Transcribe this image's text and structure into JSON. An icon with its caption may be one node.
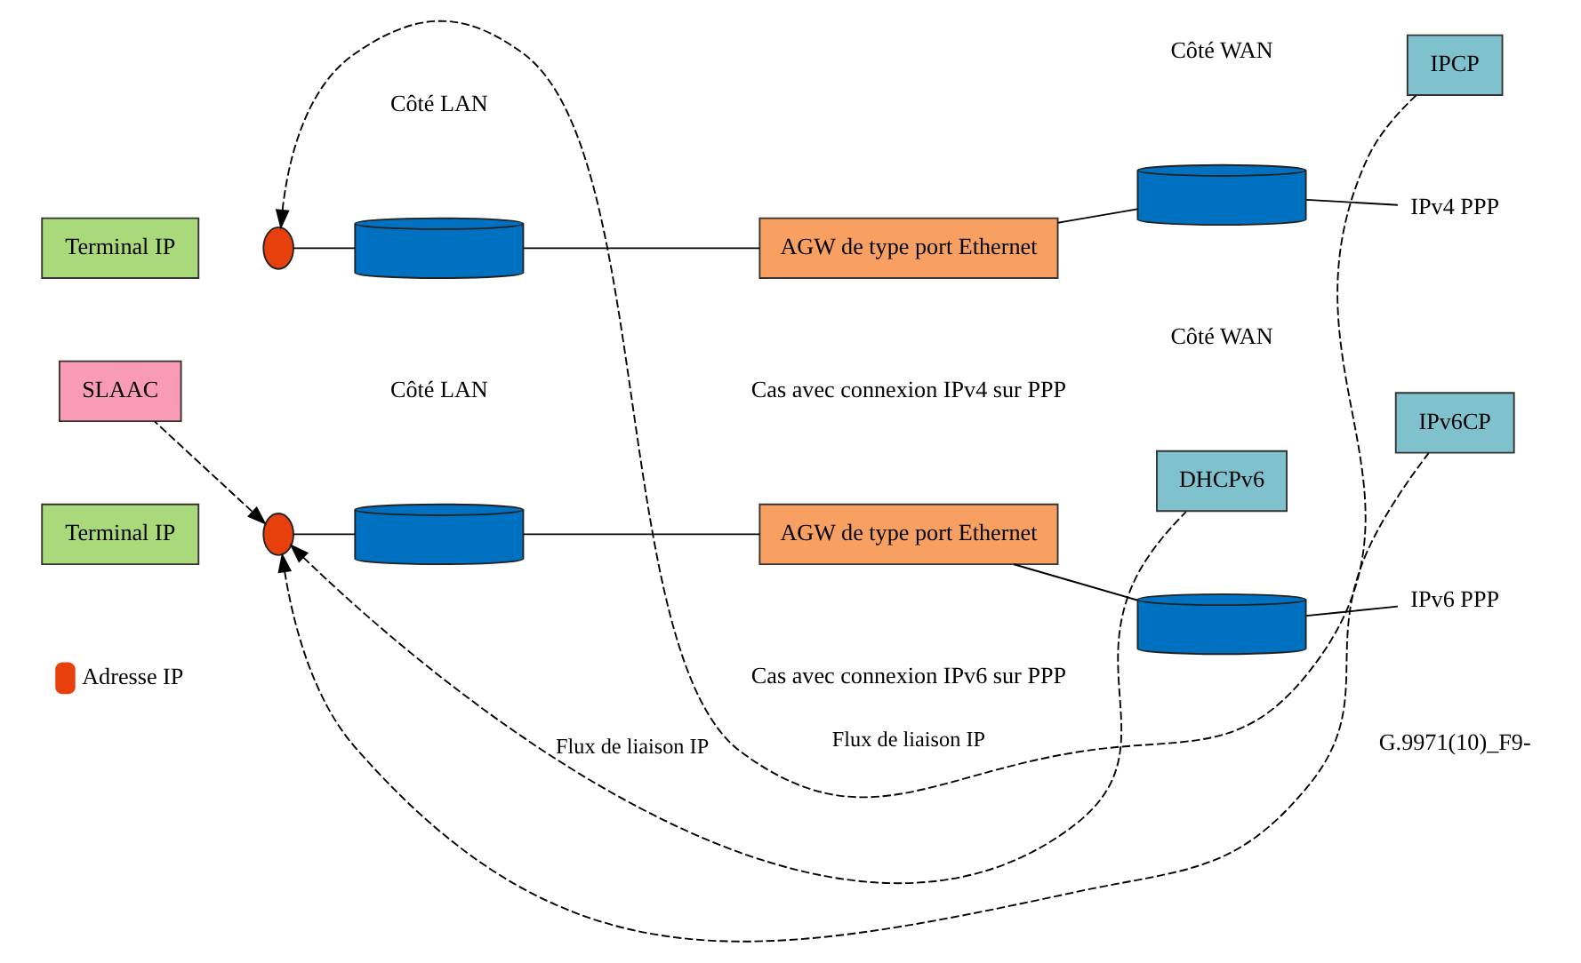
{
  "diagram": {
    "nodes": [
      {
        "text": [
          "Terminal IP"
        ]
      },
      {
        "text": [],
        "shape": "ellipse"
      },
      {
        "text": [],
        "shape": "cylinder"
      },
      {
        "text": [
          "AGW de type port Ethernet"
        ]
      },
      {
        "text": [],
        "shape": "cylinder"
      },
      {
        "text": [
          "IPv4 PPP"
        ]
      },
      {
        "text": [
          "IPCP"
        ]
      },
      {
        "text": [
          "SLAAC"
        ]
      },
      {
        "text": [
          "Terminal IP"
        ]
      },
      {
        "text": [],
        "shape": "ellipse"
      },
      {
        "text": [],
        "shape": "cylinder"
      },
      {
        "text": [
          "AGW de type port Ethernet"
        ]
      },
      {
        "text": [],
        "shape": "cylinder"
      },
      {
        "text": [
          "IPv6 PPP"
        ]
      },
      {
        "text": [
          "DHCPv6"
        ]
      },
      {
        "text": [
          "IPv6CP"
        ]
      }
    ],
    "edges": [
      {
        "from": 1,
        "to": 2,
        "arrow": "none"
      },
      {
        "from": 2,
        "to": 3,
        "arrow": "none"
      },
      {
        "from": 3,
        "to": 4,
        "arrow": "none"
      },
      {
        "from": 4,
        "to": 5,
        "arrow": "none"
      },
      {
        "from": 6,
        "to": 1,
        "arrow": "to",
        "style": "dashed",
        "label": "Flux de liaison IP"
      },
      {
        "from": 9,
        "to": 10,
        "arrow": "none"
      },
      {
        "from": 10,
        "to": 11,
        "arrow": "none"
      },
      {
        "from": 11,
        "to": 12,
        "arrow": "none"
      },
      {
        "from": 12,
        "to": 13,
        "arrow": "none"
      },
      {
        "from": 7,
        "to": 9,
        "arrow": "to",
        "style": "dashed"
      },
      {
        "from": 14,
        "to": 9,
        "arrow": "to",
        "style": "dashed",
        "label": "Flux de liaison IP"
      },
      {
        "from": 15,
        "to": 9,
        "arrow": "to",
        "style": "dashed"
      }
    ],
    "labels": [
      "Côté LAN",
      "Côté WAN",
      "Cas avec connexion IPv4 sur PPP",
      "Côté LAN",
      "Côté WAN",
      "Cas avec connexion IPv6 sur PPP",
      "G.9971(10)_F9-"
    ],
    "legend": [
      {
        "text": "Adresse IP",
        "color": "#e8400c"
      }
    ]
  }
}
